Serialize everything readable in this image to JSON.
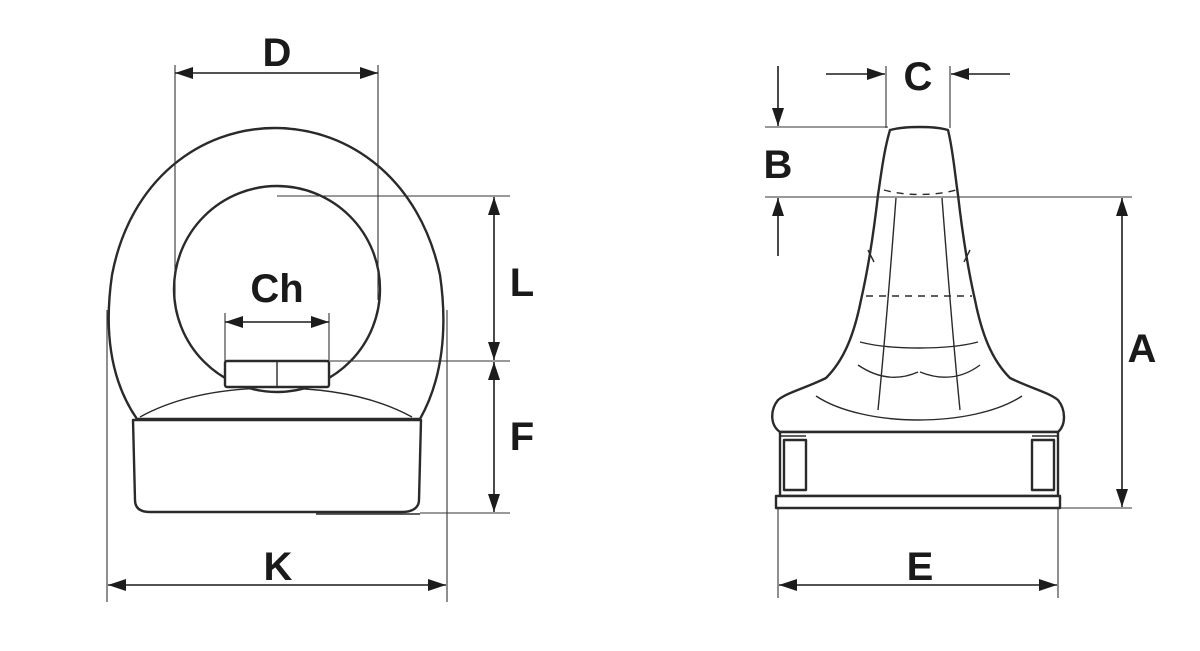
{
  "labels": {
    "D": "D",
    "Ch": "Ch",
    "L": "L",
    "F": "F",
    "K": "K",
    "C": "C",
    "B": "B",
    "A": "A",
    "E": "E"
  },
  "colors": {
    "line": "#2a2a2a",
    "background": "#ffffff"
  }
}
